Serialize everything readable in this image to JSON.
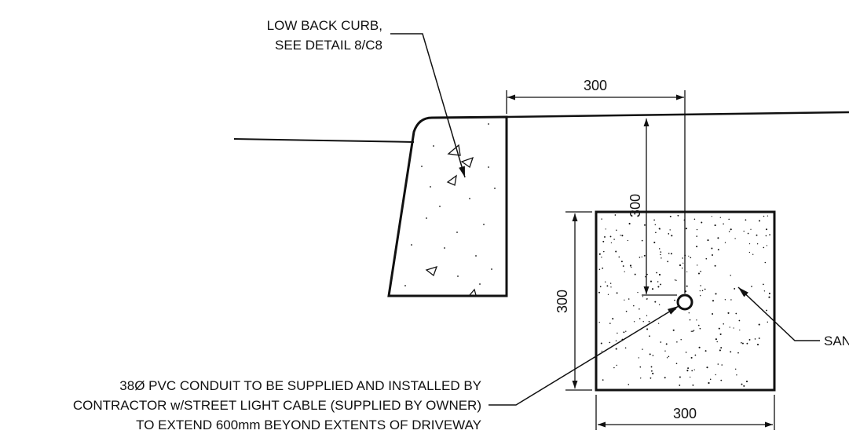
{
  "labels": {
    "curb_line1": "LOW BACK CURB,",
    "curb_line2": "SEE DETAIL 8/C8",
    "conduit_line1": "38Ø PVC CONDUIT TO BE SUPPLIED AND INSTALLED BY",
    "conduit_line2": "CONTRACTOR w/STREET LIGHT CABLE (SUPPLIED BY OWNER)",
    "conduit_line3": "TO EXTEND 600mm BEYOND EXTENTS OF DRIVEWAY",
    "sand_label": "SAN"
  },
  "dimensions": {
    "top_offset": "300",
    "depth": "300",
    "box_height": "300",
    "box_width": "300"
  },
  "colors": {
    "line": "#111111",
    "background": "#ffffff"
  }
}
